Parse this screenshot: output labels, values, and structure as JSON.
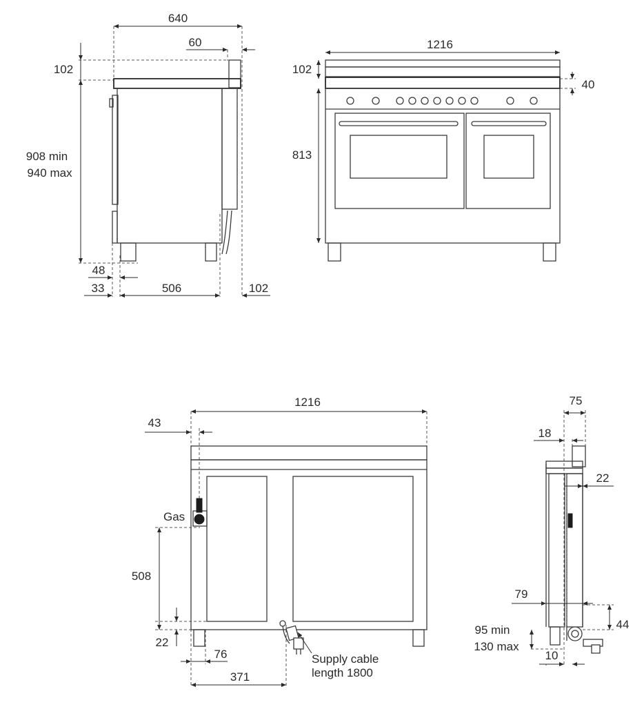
{
  "views": {
    "side_profile": {
      "depth_total": "640",
      "backguard_depth": "60",
      "backguard_height": "102",
      "height_range_min": "908 min",
      "height_range_max": "940 max",
      "front_offset": "48",
      "front_panel": "33",
      "body_depth": "506",
      "rear_clearance": "102"
    },
    "front_elevation": {
      "width": "1216",
      "backguard_height": "102",
      "backguard_thickness": "40",
      "body_height": "813"
    },
    "rear_elevation": {
      "width": "1216",
      "gas_offset_x": "43",
      "gas_label": "Gas",
      "gas_height": "508",
      "foot_height": "22",
      "cable_offset_small": "76",
      "cable_offset_large": "371",
      "supply_cable_label_line1": "Supply cable",
      "supply_cable_label_line2": "length 1800"
    },
    "side_detail": {
      "top_depth": "75",
      "top_inner": "18",
      "top_gap": "22",
      "bottom_depth": "79",
      "connector_height": "44",
      "leg_min": "95 min",
      "leg_max": "130 max",
      "leg_offset": "10"
    }
  }
}
